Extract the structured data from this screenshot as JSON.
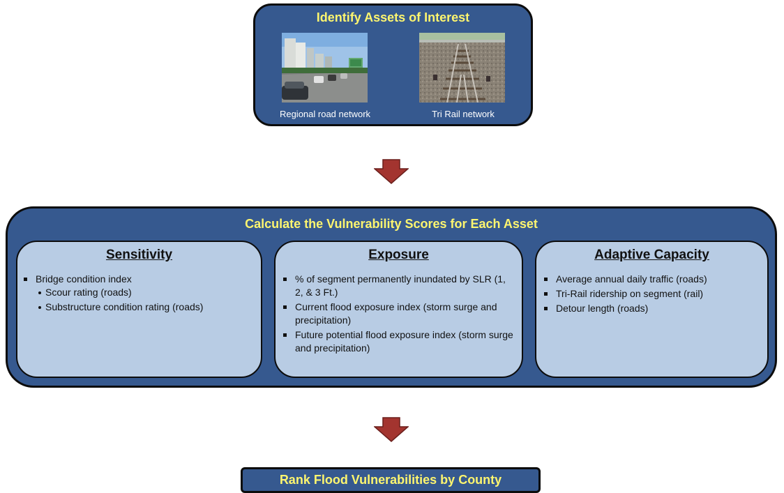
{
  "assets_box": {
    "title": "Identify Assets of Interest",
    "captions": [
      "Regional road network",
      "Tri Rail network"
    ]
  },
  "calc_box": {
    "title": "Calculate the Vulnerability Scores for Each Asset",
    "sensitivity": {
      "heading": "Sensitivity",
      "item": "Bridge condition index",
      "subitems": [
        "Scour rating (roads)",
        "Substructure condition rating (roads)"
      ]
    },
    "exposure": {
      "heading": "Exposure",
      "items": [
        "% of segment permanently inundated by SLR (1, 2, & 3 Ft.)",
        "Current flood exposure index (storm surge and precipitation)",
        "Future potential flood exposure index (storm surge and precipitation)"
      ]
    },
    "adaptive": {
      "heading": "Adaptive Capacity",
      "items": [
        "Average annual daily traffic (roads)",
        "Tri-Rail ridership on segment (rail)",
        "Detour length (roads)"
      ]
    }
  },
  "rank_box": {
    "title": "Rank Flood Vulnerabilities by County"
  },
  "colors": {
    "box_fill": "#36598f",
    "title_text": "#fdf56f",
    "panel_fill": "#b8cce4",
    "arrow_fill": "#a3342f"
  }
}
